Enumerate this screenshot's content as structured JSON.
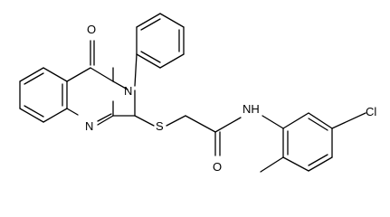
{
  "molecule": {
    "atoms": {
      "oxygen_carbonyl_ring": "O",
      "nitrogen_ring_3": "N",
      "nitrogen_ring_1": "N",
      "sulfur": "S",
      "oxygen_amide": "O",
      "nitrogen_amide": "NH",
      "chlorine": "Cl"
    }
  }
}
